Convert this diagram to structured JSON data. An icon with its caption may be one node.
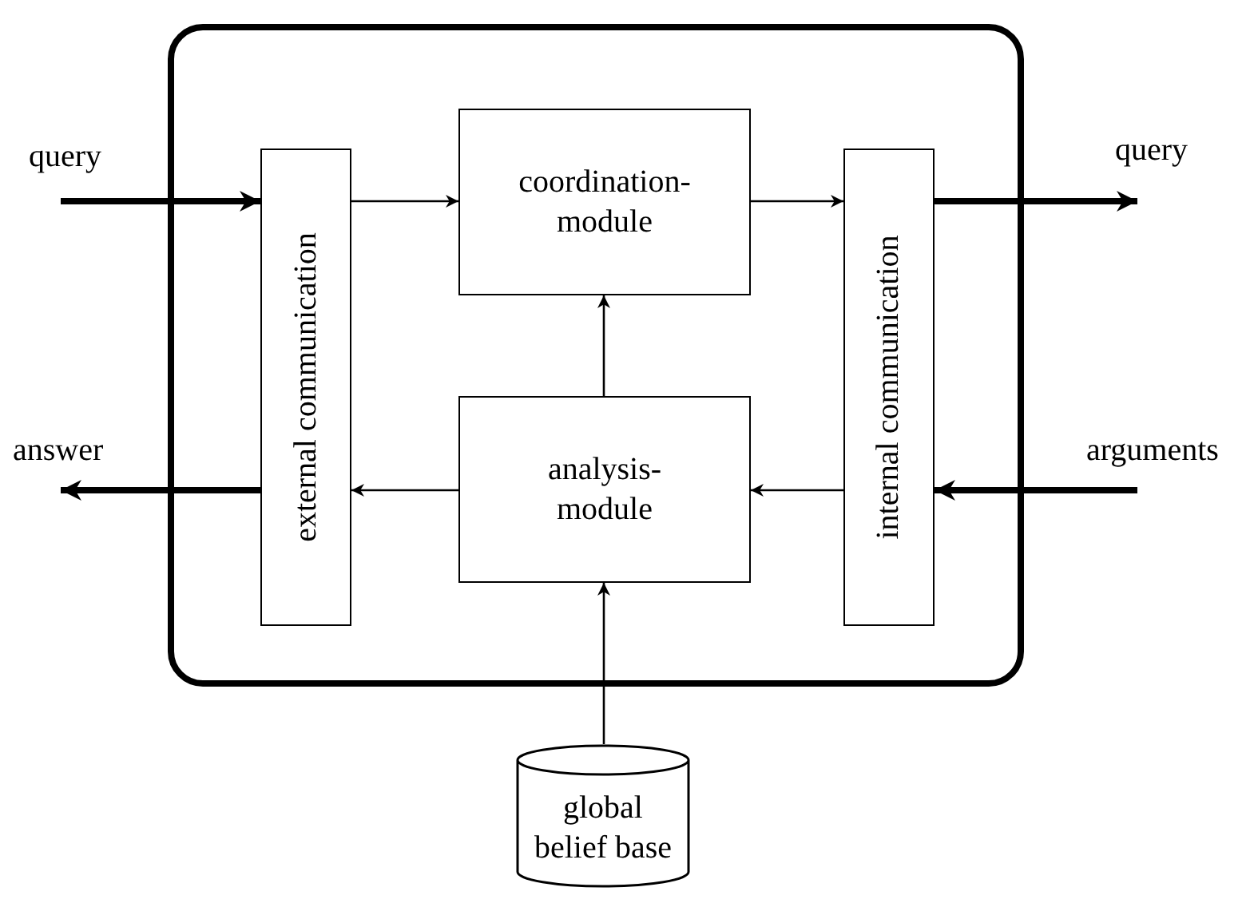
{
  "diagram": {
    "nodes": [
      {
        "text": [],
        "shape": "box"
      },
      {
        "text": [
          "external communication"
        ],
        "in": 0
      },
      {
        "text": [
          "coordination-module"
        ],
        "in": 0
      },
      {
        "text": [
          "internal communication"
        ],
        "in": 0
      },
      {
        "text": [
          "analysis-module"
        ],
        "in": 0
      },
      {
        "text": [
          "global belief base"
        ]
      }
    ],
    "edges": [
      {
        "from": null,
        "to": 1,
        "arrow": "to",
        "label": "query",
        "style": "thick"
      },
      {
        "from": 1,
        "to": 2,
        "arrow": "to"
      },
      {
        "from": 2,
        "to": 3,
        "arrow": "to"
      },
      {
        "from": 3,
        "to": null,
        "arrow": "to",
        "label": "query",
        "style": "thick"
      },
      {
        "from": null,
        "to": 3,
        "arrow": "to",
        "label": "arguments",
        "style": "thick"
      },
      {
        "from": 3,
        "to": 4,
        "arrow": "to"
      },
      {
        "from": 4,
        "to": 1,
        "arrow": "to"
      },
      {
        "from": 1,
        "to": null,
        "arrow": "to",
        "label": "answer",
        "style": "thick"
      },
      {
        "from": 4,
        "to": 2,
        "arrow": "to"
      },
      {
        "from": 5,
        "to": 4,
        "arrow": "to"
      }
    ]
  }
}
